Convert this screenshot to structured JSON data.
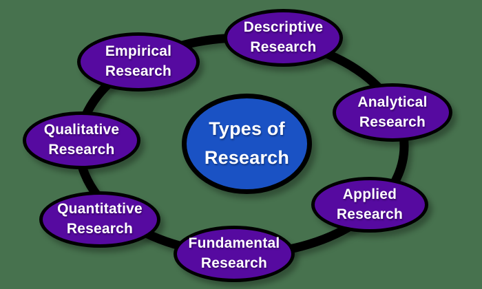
{
  "diagram": {
    "center": {
      "line1": "Types of",
      "line2": "Research"
    },
    "nodes": [
      {
        "line1": "Descriptive",
        "line2": "Research"
      },
      {
        "line1": "Empirical",
        "line2": "Research"
      },
      {
        "line1": "Analytical",
        "line2": "Research"
      },
      {
        "line1": "Qualitative",
        "line2": "Research"
      },
      {
        "line1": "Applied",
        "line2": "Research"
      },
      {
        "line1": "Quantitative",
        "line2": "Research"
      },
      {
        "line1": "Fundamental",
        "line2": "Research"
      }
    ],
    "colors": {
      "background": "#47724E",
      "node_fill": "#560AA0",
      "center_fill": "#1A52C4",
      "outline": "#000000",
      "text": "#FFFFFF"
    }
  }
}
